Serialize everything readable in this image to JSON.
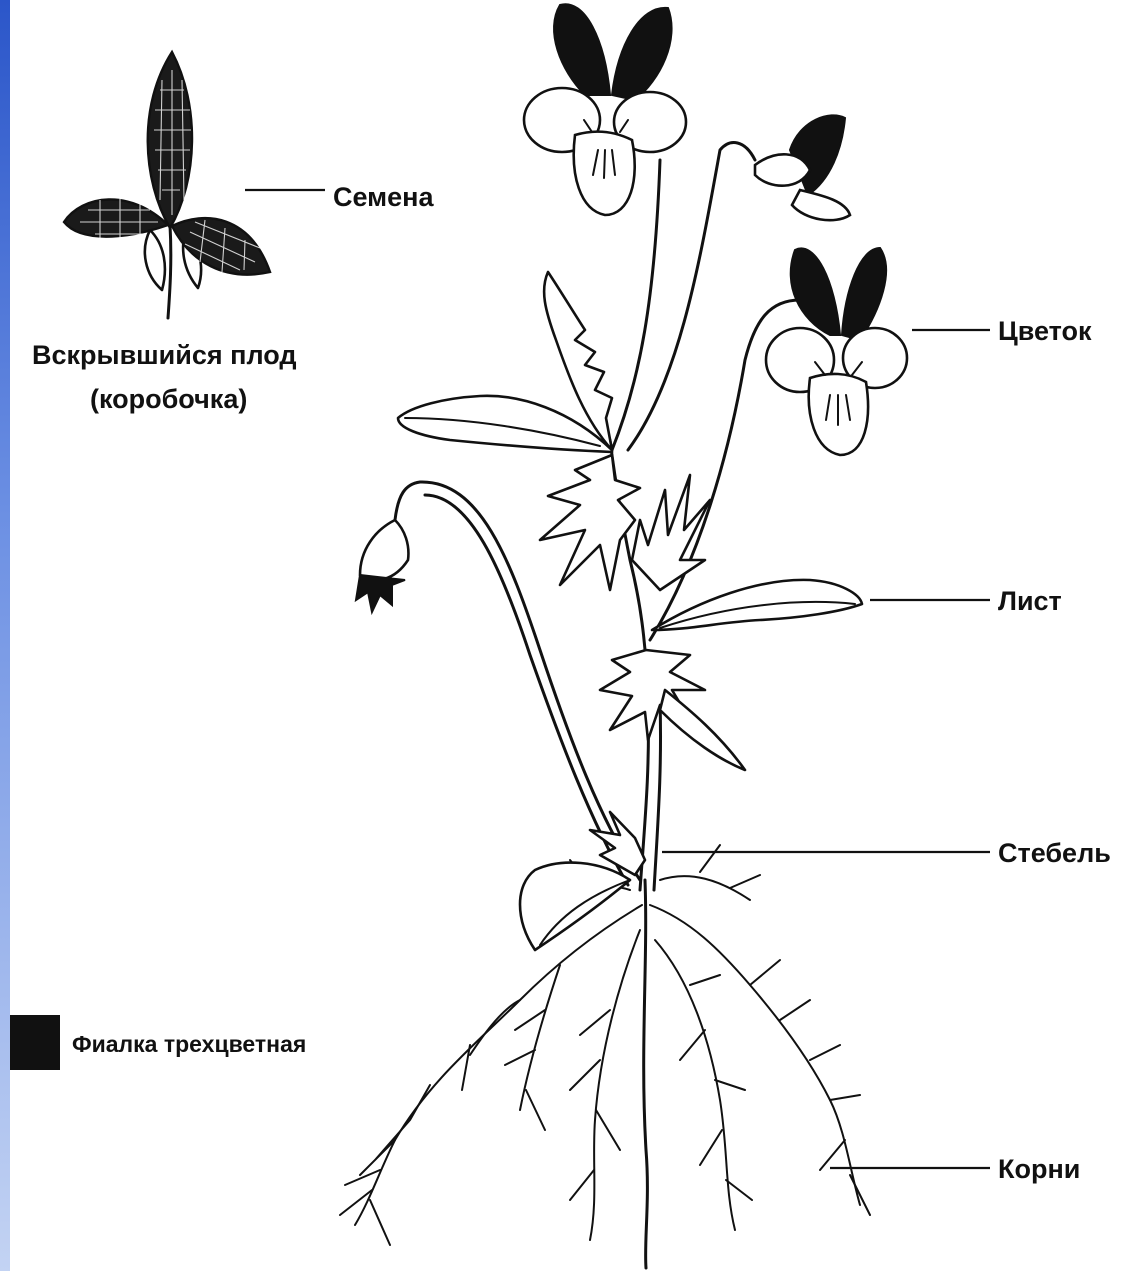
{
  "labels": {
    "seeds": "Семена",
    "capsule_line1": "Вскрывшийся плод",
    "capsule_line2": "(коробочка)",
    "flower": "Цветок",
    "leaf": "Лист",
    "stem": "Стебель",
    "roots": "Корни"
  },
  "legend": {
    "text": "Фиалка трехцветная",
    "swatch_color": "#111111"
  },
  "colors": {
    "ink": "#111111",
    "background": "#ffffff",
    "edge_strip": "#2b56c9"
  }
}
